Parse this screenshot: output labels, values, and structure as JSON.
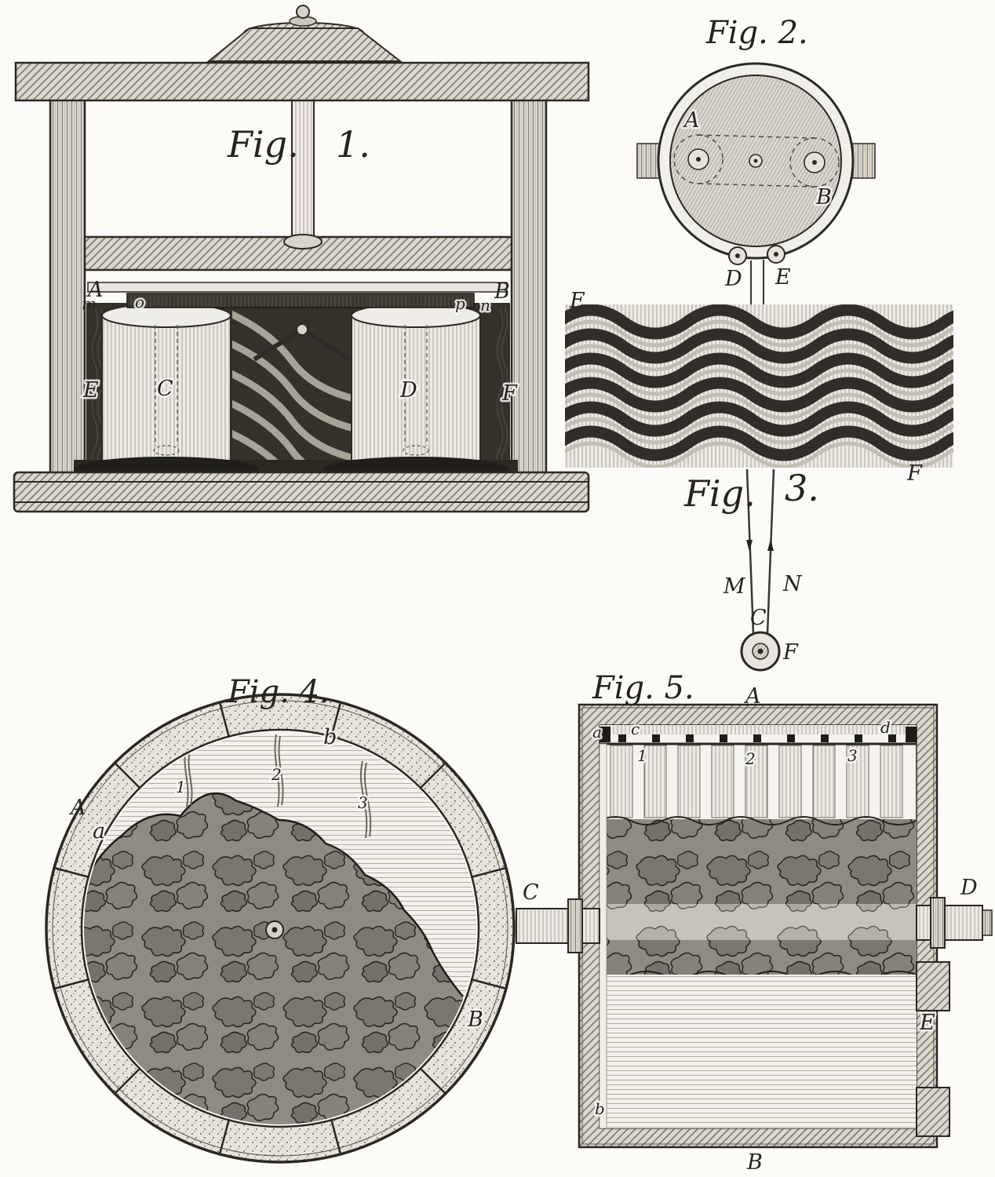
{
  "plate": {
    "paper": "#fcfbf8",
    "ink": "#26231d"
  },
  "fig1": {
    "caption_word": "Fig.",
    "caption_number": "1.",
    "labels": {
      "A": "A",
      "B": "B",
      "C": "C",
      "D": "D",
      "E": "E",
      "F": "F",
      "m": "m",
      "n": "n",
      "o": "o",
      "p": "p"
    }
  },
  "fig2": {
    "caption": "Fig. 2.",
    "labels": {
      "A": "A",
      "B": "B",
      "D": "D",
      "E": "E"
    }
  },
  "fig3": {
    "caption_word": "Fig.",
    "caption_number": "3.",
    "labels": {
      "E": "E",
      "F_band": "F",
      "M": "M",
      "N": "N",
      "C": "C",
      "F_pulley": "F"
    }
  },
  "fig4": {
    "caption": "Fig. 4.",
    "labels": {
      "A": "A",
      "a": "a",
      "b": "b",
      "B": "B",
      "s1": "1",
      "s2": "2",
      "s3": "3"
    }
  },
  "fig5": {
    "caption": "Fig. 5.",
    "labels": {
      "A": "A",
      "B": "B",
      "C": "C",
      "D": "D",
      "E": "E",
      "a": "a",
      "b": "b",
      "c": "c",
      "d": "d",
      "n1": "1",
      "n2": "2",
      "n3": "3"
    }
  }
}
